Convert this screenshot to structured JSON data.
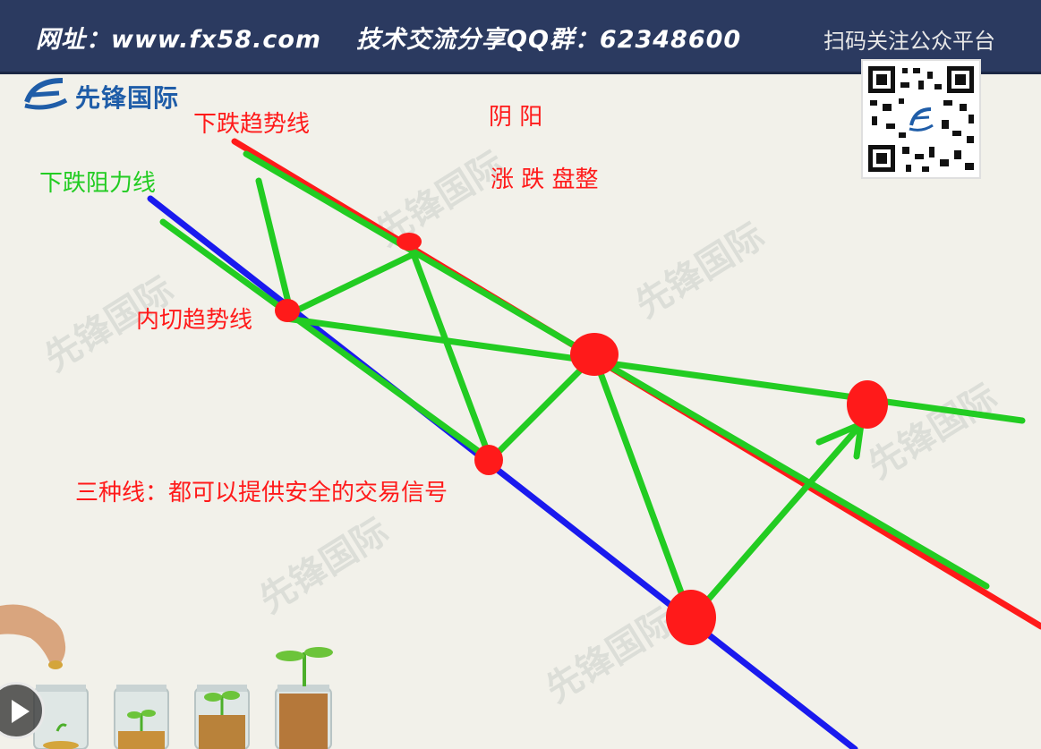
{
  "banner": {
    "website": "网址：www.fx58.com",
    "qq_group": "技术交流分享QQ群：62348600",
    "qr_label": "扫码关注公众平台"
  },
  "logo": {
    "name": "先锋国际"
  },
  "watermark": {
    "text": "先锋国际"
  },
  "annotations": {
    "downtrend_line": "下跌趋势线",
    "resistance_line": "下跌阻力线",
    "inner_trend_line": "内切趋势线",
    "yin_yang": "阴 阳",
    "rise_fall_consolidate": "涨 跌 盘整",
    "three_lines": "三种线：都可以提供安全的交易信号"
  },
  "colors": {
    "banner_bg": "#2b3a60",
    "trend_red": "#ff1a1a",
    "trend_green": "#22cc22",
    "support_blue": "#1a1aee",
    "logo_blue": "#1f5da8"
  },
  "icons": {
    "play": "play-icon",
    "qr": "qr-code",
    "logo": "logo-mark-icon"
  }
}
